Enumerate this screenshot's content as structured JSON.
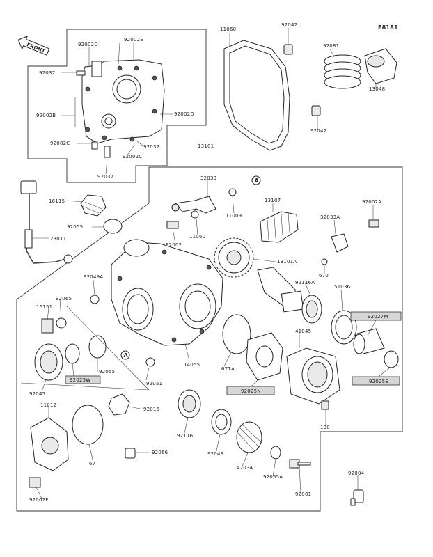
{
  "diagram": {
    "ref_code": "E8181",
    "direction": "FRONT",
    "parts": {
      "p92002D": "92002D",
      "p92002E": "92002E",
      "p92037a": "92037",
      "p92002B": "92002B",
      "p92002Dr": "92002D",
      "p92002Cl": "92002C",
      "p92037b": "92037",
      "p92002Cb": "92002C",
      "p92037c": "92037",
      "p11060": "11060",
      "p92042a": "92042",
      "p92081": "92081",
      "p13048": "13048",
      "p92042b": "92042",
      "p13101": "13101",
      "p16115": "16115",
      "p92055": "92055",
      "p23011": "23011",
      "p32033": "32033",
      "p11009": "11009",
      "p11060b": "11060",
      "p92002": "92002",
      "p13107": "13107",
      "p32033A": "32033A",
      "p92002A": "92002A",
      "p13101A": "13101A",
      "p670": "670",
      "p92049A": "92049A",
      "p92116A": "92116A",
      "p51036": "51036",
      "p92027M": "92027M",
      "p92065": "92065",
      "p16151": "16151",
      "p41045": "41045",
      "p14055": "14055",
      "p671A": "671A",
      "p92025W": "92025W",
      "p92055b": "92055",
      "p92051": "92051",
      "p92025N": "92025N",
      "p92025E": "92025E",
      "p92045": "92045",
      "p11012": "11012",
      "p92015": "92015",
      "p130": "130",
      "p92116": "92116",
      "p67": "67",
      "p92066": "92066",
      "p92049": "92049",
      "p42034": "42034",
      "p92055A": "92055A",
      "p92004": "92004",
      "p92001": "92001",
      "p92002F": "92002F"
    },
    "ref_marks": {
      "a1": "A",
      "a2": "A"
    }
  }
}
